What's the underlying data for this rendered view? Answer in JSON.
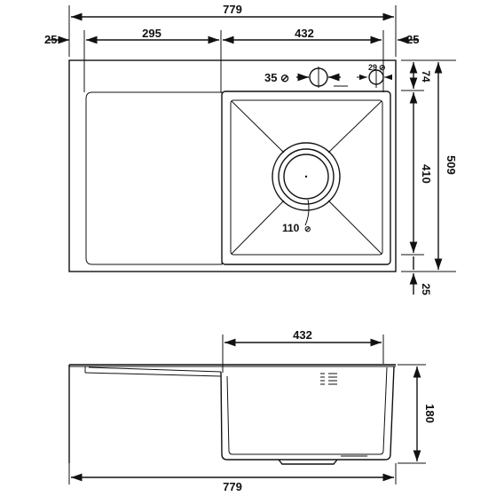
{
  "top_view": {
    "overall_width": "779",
    "left_margin": "25",
    "drainboard_width": "295",
    "bowl_width": "432",
    "right_margin": "25",
    "tap_hole_large": "35",
    "tap_hole_small": "29",
    "top_margin": "74",
    "bowl_height": "410",
    "overall_depth": "509",
    "bottom_margin": "25",
    "drain_diameter": "110"
  },
  "side_view": {
    "bowl_width": "432",
    "bowl_depth": "180",
    "overall_width": "779"
  }
}
